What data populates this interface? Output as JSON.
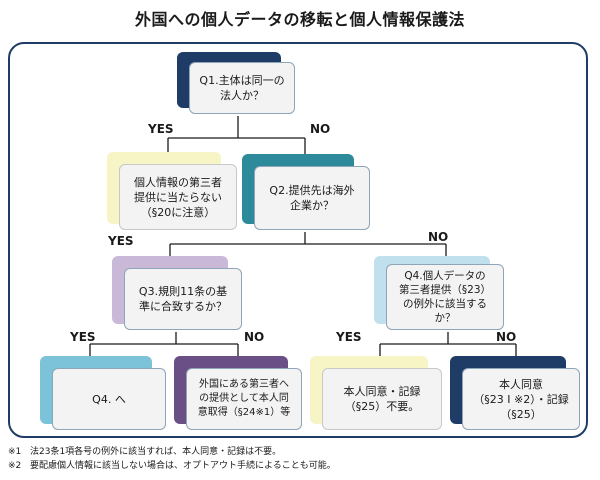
{
  "title": "外国への個人データの移転と個人情報保護法",
  "colors": {
    "frame": "#1f3c66",
    "navy": "#1f3c66",
    "teal": "#2c8a9a",
    "lavender": "#c9b8d8",
    "purple": "#6a4e86",
    "cream": "#f7f4c6",
    "light_blue": "#bfe0ec",
    "sky": "#7cc3da",
    "node_fill": "#f3f3f3"
  },
  "nodes": {
    "q1": "Q1.主体は同一の\n法人か？",
    "r_same_corp": "個人情報の第三者\n提供に当たらない\n（§20に注意）",
    "q2": "Q2.提供先は海外\n企業か？",
    "q3": "Q3.規則11条の基\n準に合致するか？",
    "q4": "Q4.個人データの\n第三者提供（§23）\nの例外に該当する\nか？",
    "r_q4": "Q4. へ",
    "r_foreign": "外国にある第三者へ\nの提供として本人同\n意取得（§24※1）等",
    "r_consent_record": "本人同意・記録\n（§25）不要。",
    "r_consent": "本人同意\n（§23 Ⅰ ※2）・記録\n（§25）"
  },
  "labels": {
    "yes": "YES",
    "no": "NO"
  },
  "notes": [
    {
      "mark": "※1",
      "text": "法23条1項各号の例外に該当すれば、本人同意・記録は不要。"
    },
    {
      "mark": "※2",
      "text": "要配慮個人情報に該当しない場合は、オプトアウト手続によることも可能。"
    }
  ]
}
